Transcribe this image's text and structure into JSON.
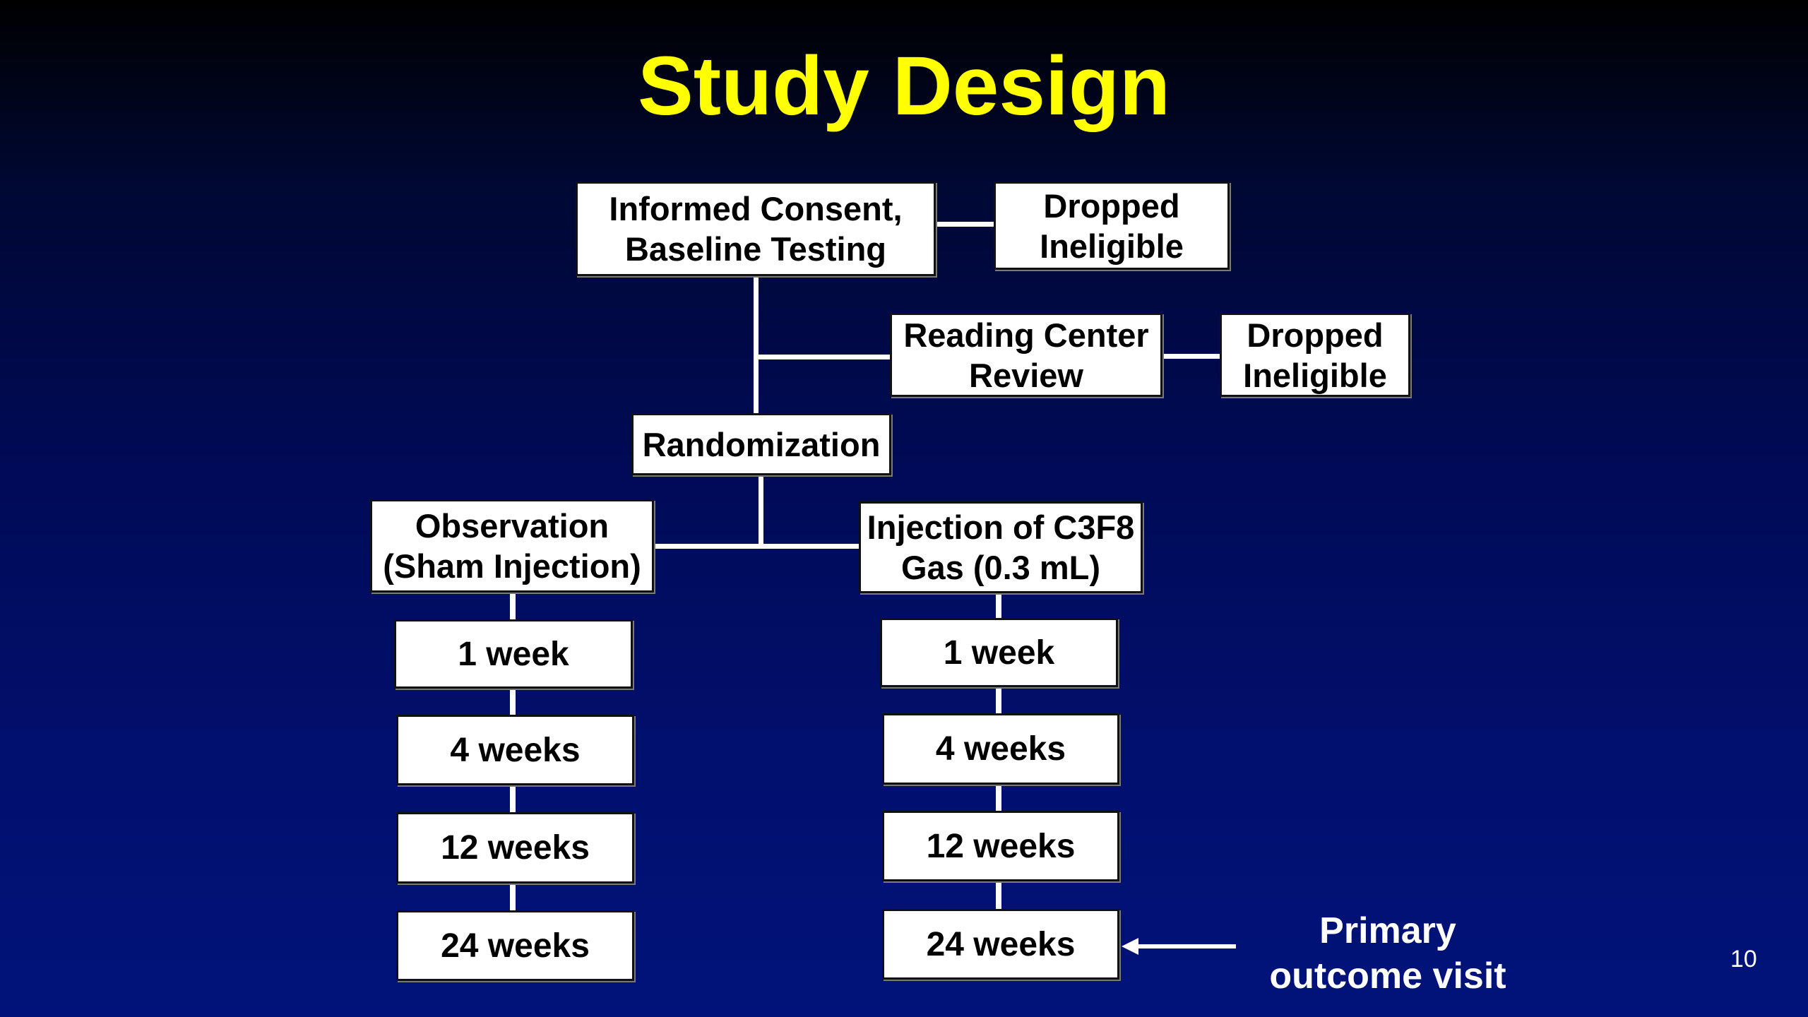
{
  "slide": {
    "title": "Study Design",
    "page_number": "10"
  },
  "flow": {
    "consent": "Informed Consent,\nBaseline Testing",
    "dropped_1": "Dropped\nIneligible",
    "reading_center": "Reading Center\nReview",
    "dropped_2": "Dropped\nIneligible",
    "randomization": "Randomization",
    "observation_arm": "Observation\n(Sham Injection)",
    "injection_arm": "Injection of C3F8\nGas (0.3 mL)",
    "observation_visits": [
      "1 week",
      "4 weeks",
      "12 weeks",
      "24 weeks"
    ],
    "injection_visits": [
      "1 week",
      "4 weeks",
      "12 weeks",
      "24 weeks"
    ]
  },
  "callout": {
    "label": "Primary\noutcome visit"
  },
  "colors": {
    "title": "#ffff00",
    "background_top": "#000000",
    "background_bottom": "#01127a",
    "box_fill": "#ffffff",
    "connector": "#ffffff"
  }
}
